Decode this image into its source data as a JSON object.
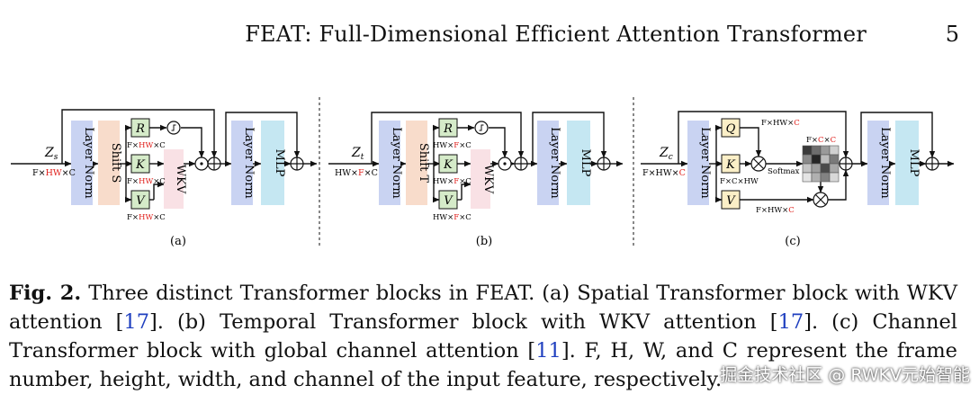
{
  "header": {
    "running_title": "FEAT: Full-Dimensional Efficient Attention Transformer",
    "page_number": "5"
  },
  "colors": {
    "layer_norm": "#c9d3f2",
    "shift": "#f8dccb",
    "wkv": "#f9e1e5",
    "mlp": "#c5e7f2",
    "rkv": "#d5ebc9",
    "qkv": "#fbefc7",
    "dim_highlight": "#e0201c"
  },
  "figure": {
    "panel_a": {
      "input_label": "Z",
      "input_sub": "s",
      "dims_prefix": "F×",
      "dims_red": "HW",
      "dims_suffix": "×C",
      "layer_norm_1": "Layer Norm",
      "shift": "Shift S",
      "r": "R",
      "k": "K",
      "v": "V",
      "wkv": "WKV",
      "layer_norm_2": "Layer Norm",
      "mlp": "MLP",
      "panel_label": "(a)"
    },
    "panel_b": {
      "input_label": "Z",
      "input_sub": "t",
      "dims_prefix": "HW×",
      "dims_red": "F",
      "dims_suffix": "×C",
      "layer_norm_1": "Layer Norm",
      "shift": "Shift T",
      "r": "R",
      "k": "K",
      "v": "V",
      "wkv": "WKV",
      "layer_norm_2": "Layer Norm",
      "mlp": "MLP",
      "panel_label": "(b)"
    },
    "panel_c": {
      "input_label": "Z",
      "input_sub": "c",
      "dims_in_prefix": "F×HW×",
      "dims_in_red": "C",
      "layer_norm_1": "Layer Norm",
      "q": "Q",
      "k": "K",
      "v": "V",
      "q_dims_prefix": "F×HW×",
      "q_dims_red": "C",
      "k_dims": "F×C×HW",
      "attn_dims_prefix": "F×",
      "attn_dims_red1": "C",
      "attn_dims_mid": "×",
      "attn_dims_red2": "C",
      "softmax": "Softmax",
      "v_dims_prefix": "F×HW×",
      "v_dims_red": "C",
      "layer_norm_2": "Layer Norm",
      "mlp": "MLP",
      "panel_label": "(c)"
    }
  },
  "caption": {
    "label": "Fig. 2.",
    "part1": " Three distinct Transformer blocks in FEAT. (a) Spatial Transformer block with WKV attention [",
    "cite1": "17",
    "part2": "]. (b) Temporal Transformer block with WKV attention [",
    "cite2": "17",
    "part3": "]. (c) Channel Transformer block with global channel attention [",
    "cite3": "11",
    "part4": "]. F, H, W, and C represent the frame number, height, width, and channel of the input feature, respectively."
  },
  "watermark": "掘金技术社区 @ RWKV元始智能"
}
